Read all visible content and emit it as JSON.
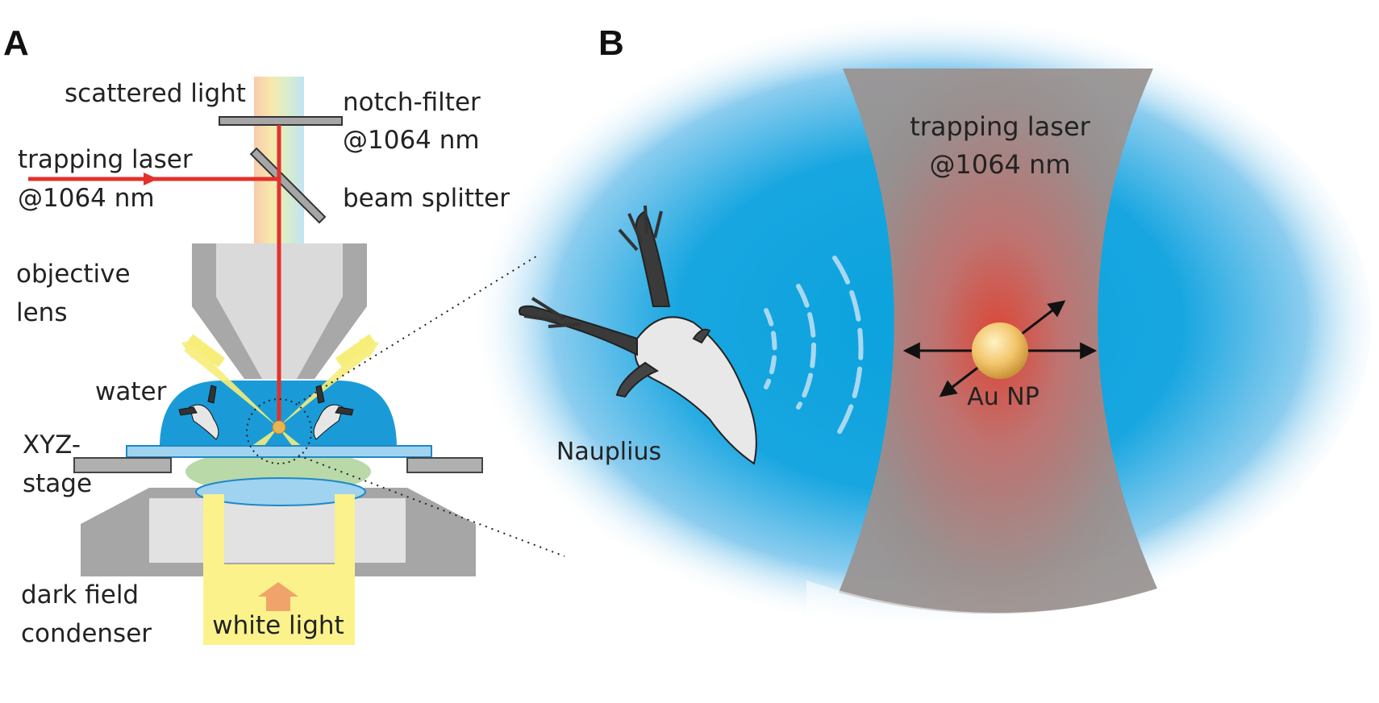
{
  "panels": {
    "a": "A",
    "b": "B"
  },
  "panel_a": {
    "scattered_light": "scattered light",
    "notch_filter_1": "notch-filter",
    "notch_filter_2": "@1064 nm",
    "trapping_laser_1": "trapping laser",
    "trapping_laser_2": "@1064 nm",
    "beam_splitter": "beam splitter",
    "objective_1": "objective",
    "objective_2": "lens",
    "water": "water",
    "stage_1": "XYZ-",
    "stage_2": "stage",
    "condenser_1": "dark field",
    "condenser_2": "condenser",
    "white_light": "white light"
  },
  "panel_b": {
    "trapping_laser_1": "trapping laser",
    "trapping_laser_2": "@1064 nm",
    "au_np": "Au NP",
    "nauplius": "Nauplius"
  },
  "colors": {
    "laser": "#e3312b",
    "water": "#1aa0dc",
    "white_light": "#fbf28c",
    "gray": "#a6a6a6",
    "light_gray": "#dcdcdc"
  }
}
